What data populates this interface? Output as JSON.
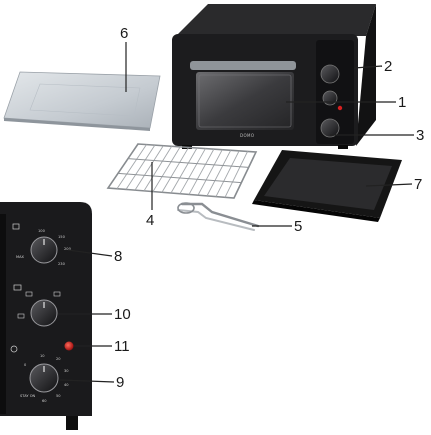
{
  "callouts": [
    {
      "id": "1",
      "label": "1"
    },
    {
      "id": "2",
      "label": "2"
    },
    {
      "id": "3",
      "label": "3"
    },
    {
      "id": "4",
      "label": "4"
    },
    {
      "id": "5",
      "label": "5"
    },
    {
      "id": "6",
      "label": "6"
    },
    {
      "id": "7",
      "label": "7"
    },
    {
      "id": "8",
      "label": "8"
    },
    {
      "id": "9",
      "label": "9"
    },
    {
      "id": "10",
      "label": "10"
    },
    {
      "id": "11",
      "label": "11"
    }
  ],
  "oven": {
    "brand": "DOMO"
  },
  "temperature_dial": {
    "marks": [
      "100",
      "150",
      "200",
      "230",
      "MAX"
    ]
  },
  "timer_dial": {
    "marks": [
      "0",
      "10",
      "20",
      "30",
      "40",
      "50",
      "60",
      "STAY ON"
    ]
  },
  "colors": {
    "oven_body": "#1c1c1e",
    "tray": "#c9ced4",
    "baking_tray": "#151515",
    "light": "#d62020"
  }
}
